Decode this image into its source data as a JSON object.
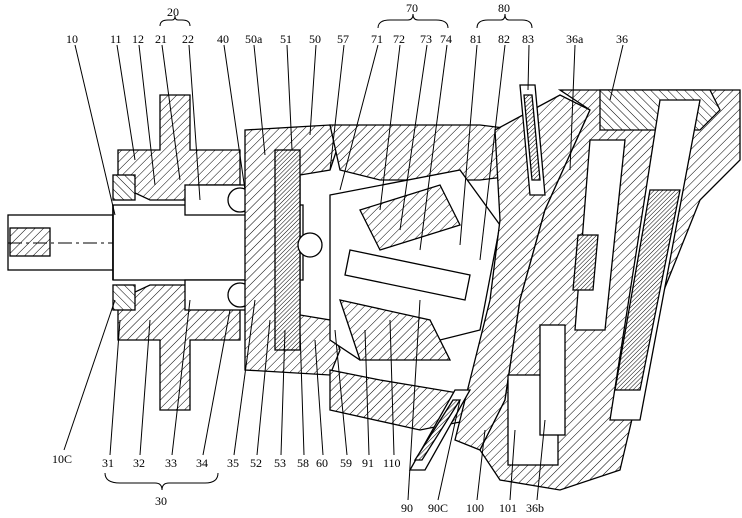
{
  "labels": {
    "l10": "10",
    "l11": "11",
    "l12": "12",
    "l20": "20",
    "l21": "21",
    "l22": "22",
    "l40": "40",
    "l50a": "50a",
    "l51": "51",
    "l50": "50",
    "l57": "57",
    "l70": "70",
    "l71": "71",
    "l72": "72",
    "l73": "73",
    "l74": "74",
    "l80": "80",
    "l81": "81",
    "l82": "82",
    "l83": "83",
    "l36a": "36a",
    "l36": "36",
    "l10C": "10C",
    "l31": "31",
    "l32": "32",
    "l33": "33",
    "l34": "34",
    "l35": "35",
    "l52": "52",
    "l53": "53",
    "l58": "58",
    "l60": "60",
    "l59": "59",
    "l91": "91",
    "l110": "110",
    "l30": "30",
    "l90": "90",
    "l90C": "90C",
    "l100": "100",
    "l101": "101",
    "l36b": "36b"
  }
}
